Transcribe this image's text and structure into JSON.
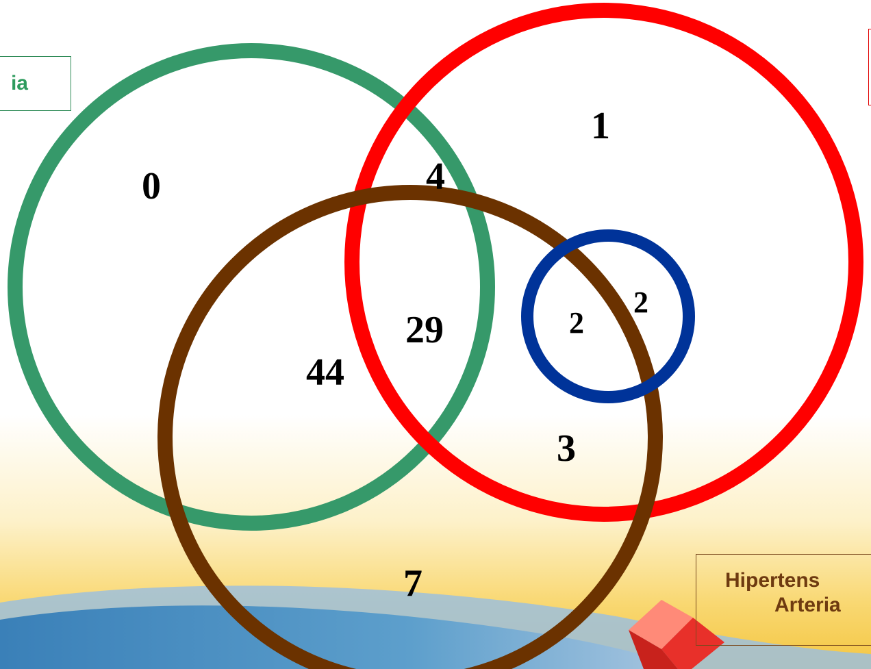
{
  "diagram": {
    "type": "venn",
    "circles": [
      {
        "id": "green",
        "color": "#36996a"
      },
      {
        "id": "red",
        "color": "#ff0000"
      },
      {
        "id": "brown",
        "color": "#6b3200"
      },
      {
        "id": "blue",
        "color": "#003399"
      }
    ],
    "labels": {
      "green": "ia",
      "red": "",
      "brown_line1": "Hipertens",
      "brown_line2": "Arteria"
    },
    "regions": {
      "green_only": "0",
      "green_red": "4",
      "red_only": "1",
      "green_red_brown": "29",
      "green_brown": "44",
      "blue_red_brown": "2",
      "blue_red": "2",
      "red_brown": "3",
      "brown_only": "7"
    }
  },
  "background": {
    "warm_color": "#f6c84a",
    "wave_dark": "#3f86bd",
    "wave_light": "#8fb7d8",
    "accent_shape": "#ef3b33"
  }
}
